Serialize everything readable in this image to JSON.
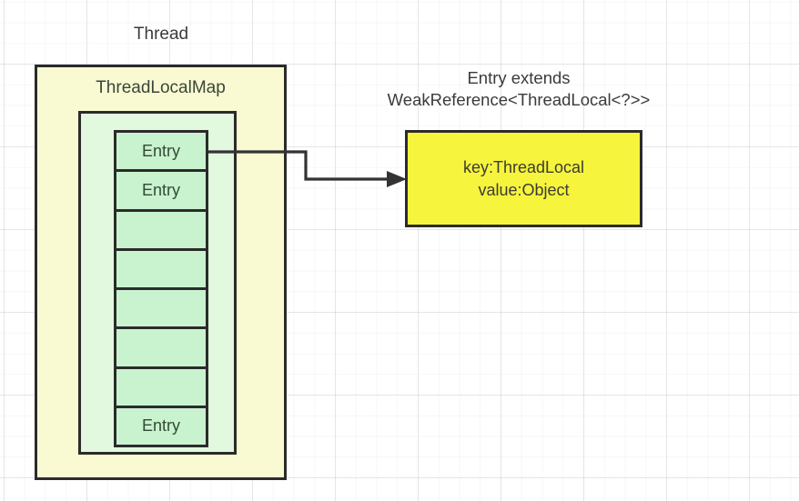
{
  "diagram": {
    "thread_label": "Thread",
    "thread_box": {
      "title": "ThreadLocalMap"
    },
    "entry_stack": {
      "cells": [
        "Entry",
        "Entry",
        "",
        "",
        "",
        "",
        "",
        "Entry"
      ]
    },
    "note": {
      "line1": "Entry extends",
      "line2": "WeakReference<ThreadLocal<?>>"
    },
    "entry_detail_box": {
      "line1": "key:ThreadLocal",
      "line2": "value:Object"
    },
    "colors": {
      "canvas_bg": "#ffffff",
      "outer_box_fill": "#fafad2",
      "inner_box_fill": "#e2f8df",
      "cell_fill": "#c9f2cf",
      "detail_box_fill": "#f6f43c",
      "border_color": "#2b2b2b",
      "arrow_color": "#333333"
    }
  }
}
